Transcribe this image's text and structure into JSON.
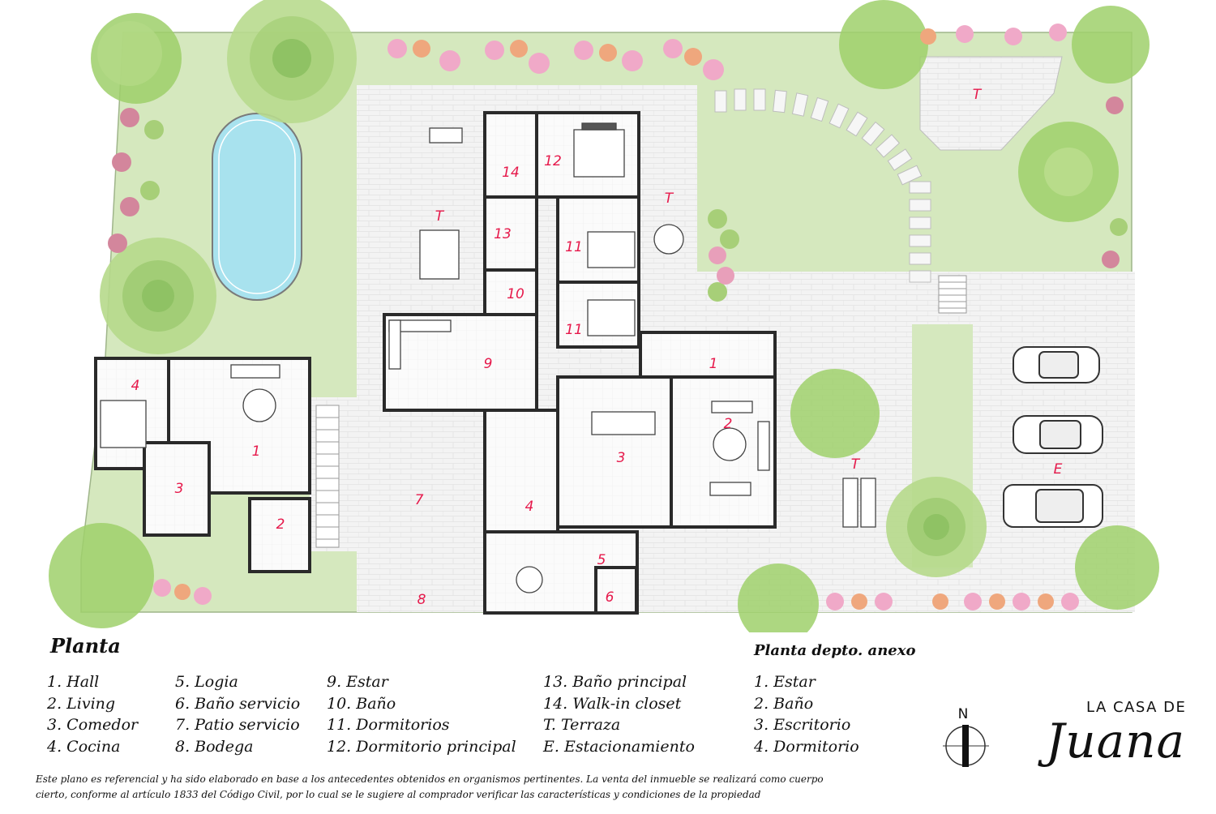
{
  "plan": {
    "main_labels": [
      "1",
      "2",
      "3",
      "4",
      "5",
      "6",
      "7",
      "8",
      "9",
      "10",
      "11",
      "11",
      "12",
      "13",
      "14",
      "T",
      "T",
      "T",
      "T",
      "E"
    ],
    "annex_labels": [
      "1",
      "2",
      "3",
      "4"
    ]
  },
  "legend": {
    "planta_title": "Planta",
    "col1": [
      "1.  Hall",
      "2.  Living",
      "3.  Comedor",
      "4.  Cocina"
    ],
    "col2": [
      "5. Logia",
      "6. Baño servicio",
      "7. Patio servicio",
      "8. Bodega"
    ],
    "col3": [
      "9. Estar",
      "10. Baño",
      "11. Dormitorios",
      "12. Dormitorio principal"
    ],
    "col4": [
      "13. Baño principal",
      "14. Walk-in closet",
      " T. Terraza",
      " E. Estacionamiento"
    ],
    "annex_title": "Planta depto. anexo",
    "annex": [
      "1.  Estar",
      "2.  Baño",
      "3.  Escritorio",
      "4.  Dormitorio"
    ]
  },
  "north_label": "N",
  "brand": {
    "top": "LA CASA DE",
    "script": "Juana"
  },
  "disclaimer": "Este plano es referencial y ha sido elaborado en base a los antecedentes obtenidos en organismos pertinentes.  La venta del inmueble se realizará como cuerpo cierto, conforme al artículo 1833 del Código Civil, por lo cual se le sugiere al comprador verificar las características y condiciones de la propiedad",
  "colors": {
    "grass": "#d6e8bf",
    "paving": "#f2f2f2",
    "pool": "#a9e3ef",
    "label": "#e6194b",
    "wall": "#2a2a2a"
  }
}
